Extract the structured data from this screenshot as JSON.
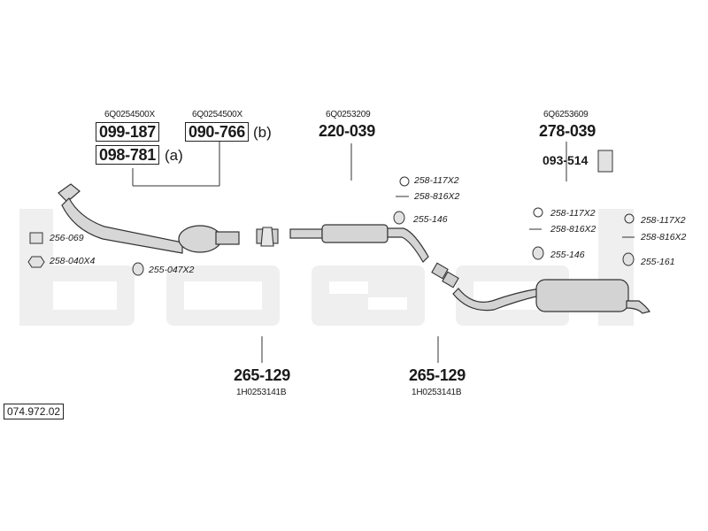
{
  "diagram": {
    "watermark": "bosal",
    "catalog_code": "074.972.02",
    "groups": [
      {
        "ref": "6Q0254500X",
        "part": "099-187"
      },
      {
        "ref": "6Q0254500X",
        "part": "090-766",
        "suffix": "(b)"
      },
      {
        "part": "098-781",
        "suffix": "(a)"
      },
      {
        "ref": "6Q0253209",
        "part": "220-039"
      },
      {
        "ref": "6Q6253609",
        "part": "278-039"
      },
      {
        "part": "093-514"
      },
      {
        "part": "265-129",
        "ref": "1H0253141B"
      },
      {
        "part": "265-129",
        "ref": "1H0253141B"
      }
    ],
    "small_parts": {
      "p256_069": "256-069",
      "p258_040": "258-040X4",
      "p255_047": "255-047X2",
      "a117": "258-117X2",
      "a816": "258-816X2",
      "a146": "255-146",
      "b117": "258-117X2",
      "b816": "258-816X2",
      "b146": "255-146",
      "c117": "258-117X2",
      "c816": "258-816X2",
      "c161": "255-161"
    }
  }
}
